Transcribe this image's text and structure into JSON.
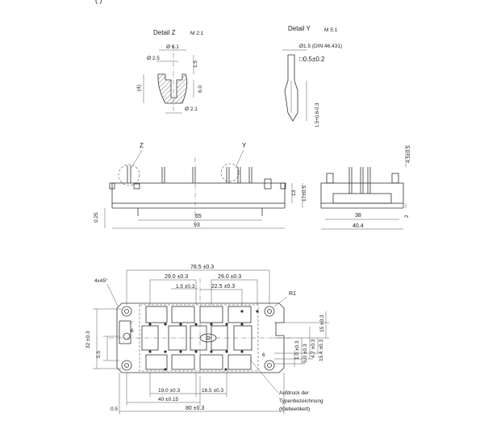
{
  "top_fragment": "(                      )",
  "detail_z": {
    "title": "Detail Z",
    "scale": "M 2:1",
    "d61": "Ø 6.1",
    "d25": "Ø 2.5",
    "d21": "Ø 2.1",
    "v15": "1.5",
    "v4": "(4)",
    "v6": "6.0"
  },
  "detail_y": {
    "title": "Detail Y",
    "scale": "M 5:1",
    "pin": "Ø1.5 (DIN 46.431)",
    "sq": "□0.5±0.2",
    "len": "1.5+0.6-0.3"
  },
  "side_view": {
    "lbl_z": "Z",
    "lbl_y": "Y",
    "h13": "13",
    "h17": "17±0.5",
    "w65": "65",
    "w93": "93",
    "h025": "0.25"
  },
  "end_view": {
    "w38": "38",
    "w404": "40.4",
    "h45": "4.5±0.5",
    "h2": "2"
  },
  "top_view": {
    "d785": "78.5 ±0.3",
    "d290a": "29.0 ±0.3",
    "d290b": "29.0 ±0.3",
    "d15": "1.5 ±0.3",
    "d225": "22.5 ±0.3",
    "chamfer": "4x45°",
    "r1": "R1",
    "h32": "32 ±0.3",
    "h55": "5.5",
    "d190": "19.0 ±0.3",
    "d165": "16.5 ±0.3",
    "d40": "40 ±0.15",
    "d80": "80 ±0.3",
    "d05": "0.5",
    "v15": "15 ±0.3",
    "v154": "15.4 ±0.3",
    "v47": "4.7 ±0.3",
    "v50": "5.0 ±0.3",
    "v10": "1.0 ±0.3",
    "n6": "6",
    "note1": "Aufdruck der",
    "note2": "Typenbezeichnung",
    "note3": "(Klebeetikett)"
  }
}
